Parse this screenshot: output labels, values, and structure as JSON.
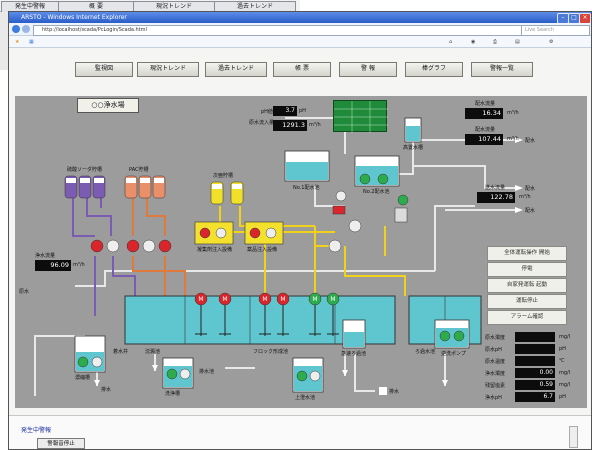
{
  "background_window": {
    "tabs": [
      "発生中警報",
      "概 要",
      "現況トレンド",
      "過去トレンド"
    ]
  },
  "browser": {
    "title": "ARSTO - Windows Internet Explorer",
    "address": "http://localhost/scada/PcLogin/Scada.html",
    "search_placeholder": "Live Search"
  },
  "nav": {
    "buttons": [
      "監視図",
      "現況トレンド",
      "過去トレンド",
      "帳 票",
      "警 報",
      "棒グラフ",
      "警報一覧"
    ]
  },
  "plant": {
    "title": "○○浄水場",
    "readouts": {
      "ph_label": "pH値",
      "ph_value": "3.7",
      "ph_unit": "pH",
      "raw_flow_label": "原水流入量",
      "raw_flow_value": "1291.3",
      "raw_flow_unit": "m³/h",
      "supply1_label": "配水流量",
      "supply1_value": "16.34",
      "supply1_unit": "m³/h",
      "supply2_label": "配水流量",
      "supply2_value": "107.44",
      "supply2_unit": "m³/h",
      "total_flow_label": "送水流量",
      "total_flow_value": "122.78",
      "total_flow_unit": "m³/h",
      "inflow_label": "浄水流量",
      "inflow_value": "96.09",
      "inflow_unit": "m³/h"
    },
    "tank_labels": {
      "storage1": "No.1配水池",
      "storage2": "No.2配水池",
      "elevated": "高置水槽",
      "acid": "硫酸ソーダ貯槽",
      "pac": "PAC貯槽",
      "chlorine": "次亜貯槽",
      "coag": "凝集剤注入設備",
      "chem2": "薬品注入設備",
      "floc": "フロック形成池",
      "settle": "沈澱池",
      "filter": "急速ろ過池",
      "filter2": "ろ過水池",
      "sludge": "濃縮槽",
      "wash": "洗浄槽",
      "recv": "着水井",
      "drain": "排水池",
      "backwash": "逆洗ポンプ",
      "supernatant": "上澄水池"
    },
    "arrow_labels": {
      "to_customer1": "配水",
      "to_customer2": "配水",
      "to_customer3": "配水",
      "raw_in": "原水",
      "drain1": "排水",
      "drain2": "排水"
    },
    "control_buttons": [
      "全体運転操作 開始",
      "停電",
      "自家発運転 起動",
      "運転停止",
      "アラーム確認"
    ],
    "quality_table": [
      {
        "label": "原水濁度",
        "value": "",
        "unit": "mg/l"
      },
      {
        "label": "原水pH",
        "value": "",
        "unit": "pH"
      },
      {
        "label": "原水温度",
        "value": "",
        "unit": "℃"
      },
      {
        "label": "浄水濁度",
        "value": "0.00",
        "unit": "mg/l"
      },
      {
        "label": "残留塩素",
        "value": "0.59",
        "unit": "mg/l"
      },
      {
        "label": "浄水pH",
        "value": "6.7",
        "unit": "pH"
      }
    ]
  },
  "footer": {
    "alarm_label": "発生中警報",
    "alarm_button": "警報音停止"
  },
  "colors": {
    "plant_bg": "#9c9c9c",
    "water": "#5fc6cf",
    "pipe_purple": "#7c5bb2",
    "pipe_orange": "#e07a3c",
    "pipe_yellow": "#f0d21a",
    "pump_running": "#d9262c",
    "pump_stopped": "#2eab4c",
    "readout_bg": "#0c0c0c"
  }
}
